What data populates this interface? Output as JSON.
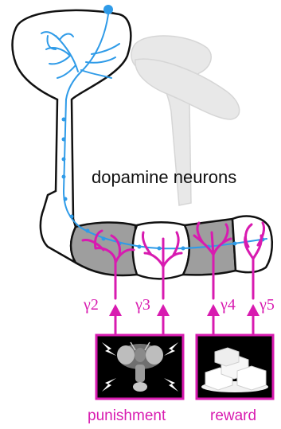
{
  "labels": {
    "neurons": "dopamine neurons",
    "gamma2": "γ2",
    "gamma3": "γ3",
    "gamma4": "γ4",
    "gamma5": "γ5",
    "punishment": "punishment",
    "reward": "reward"
  },
  "colors": {
    "neuron": "#2f9be8",
    "magenta": "#d81bb0",
    "compartment_fill": "#9e9e9e",
    "ghost": "#e6e6e6",
    "outline": "#111111"
  },
  "icons": {
    "punishment_image": "fly-head-sem-icon",
    "reward_image": "sugar-cubes-icon"
  }
}
